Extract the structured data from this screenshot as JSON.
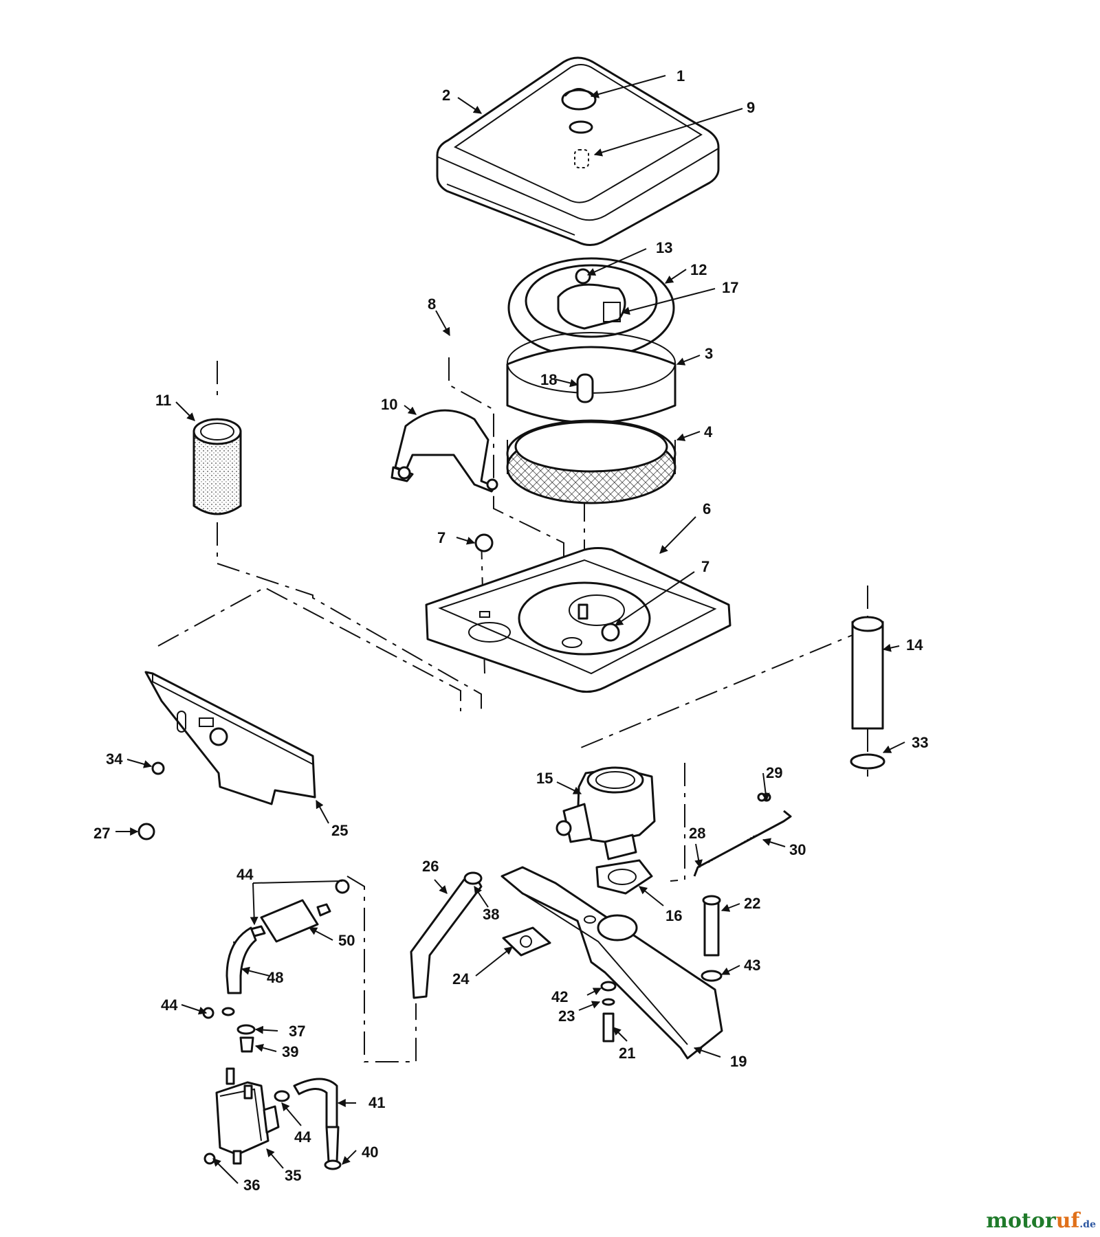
{
  "diagram": {
    "callouts": [
      "1",
      "2",
      "3",
      "4",
      "6",
      "7",
      "7",
      "8",
      "9",
      "10",
      "11",
      "12",
      "13",
      "14",
      "15",
      "16",
      "17",
      "18",
      "19",
      "21",
      "22",
      "23",
      "24",
      "25",
      "26",
      "27",
      "28",
      "29",
      "30",
      "33",
      "34",
      "35",
      "36",
      "37",
      "38",
      "39",
      "40",
      "41",
      "42",
      "43",
      "44",
      "44",
      "44",
      "48",
      "50"
    ]
  },
  "watermark": {
    "main": "motor",
    "accent": "uf",
    "tld": ".de"
  },
  "colors": {
    "line": "#111111",
    "background": "#ffffff",
    "watermark_green": "#1f7a2a",
    "watermark_orange": "#e0701a",
    "watermark_blue": "#2a55a0"
  }
}
